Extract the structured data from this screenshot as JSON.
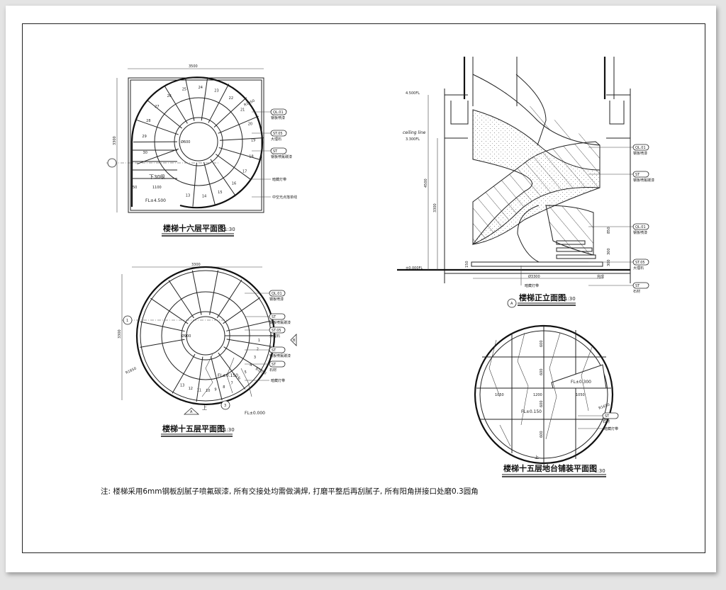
{
  "plan_16": {
    "title": "楼梯十六层平面图",
    "scale": "1:30",
    "dim_top": "3500",
    "dim_left": "3300",
    "center_dia": "Ø600",
    "level": "FL±4.500",
    "down_label": "下30级",
    "dim_bottom": "1100",
    "dim_small": "50",
    "radius": "R1650",
    "steps": [
      "13",
      "14",
      "15",
      "16",
      "17",
      "18",
      "19",
      "20",
      "21",
      "22",
      "23",
      "24",
      "25",
      "26",
      "27",
      "28",
      "29",
      "30"
    ],
    "callouts": [
      {
        "code": "QL.01",
        "desc": "钢板喷漆"
      },
      {
        "code": "ST.05",
        "desc": "大理石"
      },
      {
        "code": "ST",
        "desc": "钢板喷氟碳漆"
      },
      {
        "code": "",
        "desc": "暗藏灯带"
      },
      {
        "code": "",
        "desc": "中空光点落单线"
      }
    ]
  },
  "plan_15": {
    "title": "楼梯十五层平面图",
    "scale": "1:30",
    "dim_top": "3300",
    "dim_left": "3300",
    "center_dia": "Ø900",
    "level_1": "FL±0.150",
    "level_2": "FL±0.000",
    "up_label": "上",
    "radius_1": "R1650",
    "radius_2": "R1650",
    "steps": [
      "1",
      "2",
      "3",
      "4",
      "5",
      "6",
      "7",
      "8",
      "9",
      "10",
      "11",
      "12",
      "13"
    ],
    "section_marks": [
      "1",
      "A",
      "3",
      "B"
    ],
    "callouts": [
      {
        "code": "QL.01",
        "desc": "钢板喷漆"
      },
      {
        "code": "ST",
        "desc": "钢板喷氟碳漆"
      },
      {
        "code": "ST.05",
        "desc": "大理石"
      },
      {
        "code": "ST",
        "desc": "钢板喷氟碳漆"
      },
      {
        "code": "ST",
        "desc": "石材"
      },
      {
        "code": "",
        "desc": "暗藏灯带"
      }
    ]
  },
  "elevation": {
    "title": "楼梯正立面图",
    "scale": "1:30",
    "mark": "A",
    "level_top": "4.500FL",
    "ceiling_line": "ceiling line",
    "ceiling_level": "3.300FL",
    "level_bottom": "±0.000FL",
    "dim_total": "4500",
    "dim_ceiling": "3300",
    "dim_rail": "850",
    "dim_step_1": "300",
    "dim_step_2": "300",
    "dim_base": "150",
    "dim_dia": "Ø3300",
    "dim_right": "完成",
    "light_label": "暗藏灯带",
    "callouts": [
      {
        "code": "QL.01",
        "desc": "钢板喷漆"
      },
      {
        "code": "ST",
        "desc": "钢板喷氟碳漆"
      },
      {
        "code": "QL.01",
        "desc": "钢板喷漆"
      },
      {
        "code": "ST.05",
        "desc": "大理石"
      },
      {
        "code": "ST",
        "desc": "石材"
      }
    ]
  },
  "floor_plan": {
    "title": "楼梯十五层地台铺装平面图",
    "scale": "1:30",
    "level_1": "FL±0.300",
    "level_2": "FL±0.150",
    "dim_left": "1050",
    "dim_mid": "1200",
    "dim_right": "1050",
    "dim_v1": "600",
    "dim_v2": "600",
    "dim_v3": "600",
    "dim_v4": "600",
    "radius": "R1650",
    "up_label": "上",
    "callouts": [
      {
        "code": "ST",
        "desc": "石材"
      },
      {
        "code": "",
        "desc": "暗藏灯带"
      }
    ]
  },
  "note": "注: 楼梯采用6mm钢板刮腻子喷氟碳漆, 所有交接处均需做满焊, 打磨平整后再刮腻子, 所有阳角拼接口处磨0.3圆角"
}
